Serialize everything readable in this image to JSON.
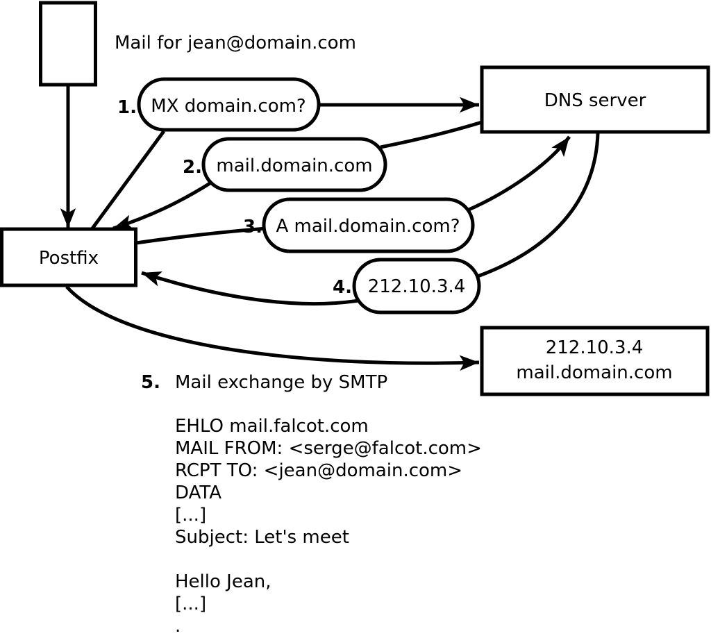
{
  "diagram": {
    "colors": {
      "ink": "#000000",
      "background": "#ffffff"
    },
    "note": "Mail for jean@domain.com",
    "nodes": {
      "postfix": "Postfix",
      "dns": "DNS server",
      "mail_server_line1": "212.10.3.4",
      "mail_server_line2": "mail.domain.com"
    },
    "steps": [
      {
        "num": "1.",
        "label": "MX domain.com?"
      },
      {
        "num": "2.",
        "label": "mail.domain.com"
      },
      {
        "num": "3.",
        "label": "A mail.domain.com?"
      },
      {
        "num": "4.",
        "label": "212.10.3.4"
      },
      {
        "num": "5.",
        "label": "Mail exchange by SMTP"
      }
    ],
    "smtp_session": {
      "lines": [
        "EHLO mail.falcot.com",
        "MAIL FROM: <serge@falcot.com>",
        "RCPT TO: <jean@domain.com>",
        "DATA",
        "[...]",
        "Subject: Let's meet",
        "",
        "Hello Jean,",
        "[...]",
        "."
      ]
    }
  }
}
